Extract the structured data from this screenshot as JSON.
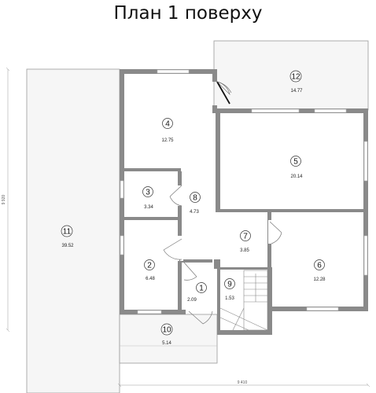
{
  "title": "План 1 поверху",
  "dimensions": {
    "width": "9 410",
    "height": "9 920"
  },
  "rooms": [
    {
      "number": "1",
      "area": "2.09"
    },
    {
      "number": "2",
      "area": "6.48"
    },
    {
      "number": "3",
      "area": "3.34"
    },
    {
      "number": "4",
      "area": "12.75"
    },
    {
      "number": "5",
      "area": "20.14"
    },
    {
      "number": "6",
      "area": "12.28"
    },
    {
      "number": "7",
      "area": "3.85"
    },
    {
      "number": "8",
      "area": "4.73"
    },
    {
      "number": "9",
      "area": "1.53"
    },
    {
      "number": "10",
      "area": "5.14"
    },
    {
      "number": "11",
      "area": "39.52"
    },
    {
      "number": "12",
      "area": "14.77"
    }
  ],
  "colors": {
    "wall": "#8a8a8a",
    "terrace_fill": "#f6f6f6",
    "window": "#cfcfcf"
  }
}
